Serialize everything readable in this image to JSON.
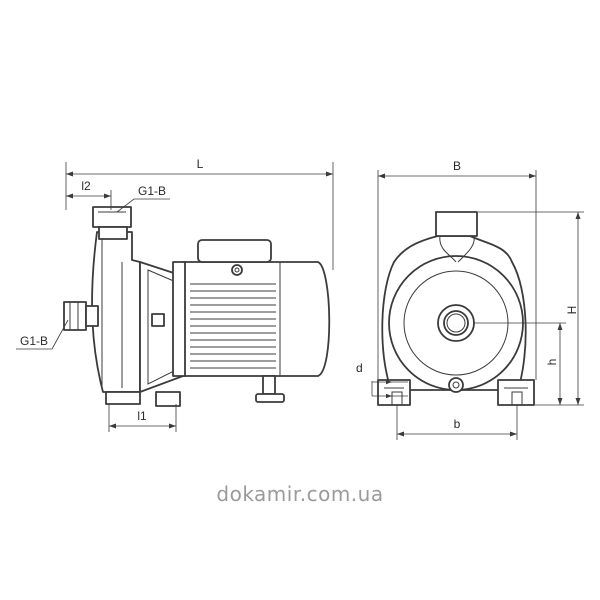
{
  "labels": {
    "L": "L",
    "l2": "l2",
    "l1": "l1",
    "G1B_top": "G1-B",
    "G1B_side": "G1-B",
    "B": "B",
    "H": "H",
    "h": "h",
    "b": "b",
    "d": "d"
  },
  "watermark": "dokamir.com.ua"
}
